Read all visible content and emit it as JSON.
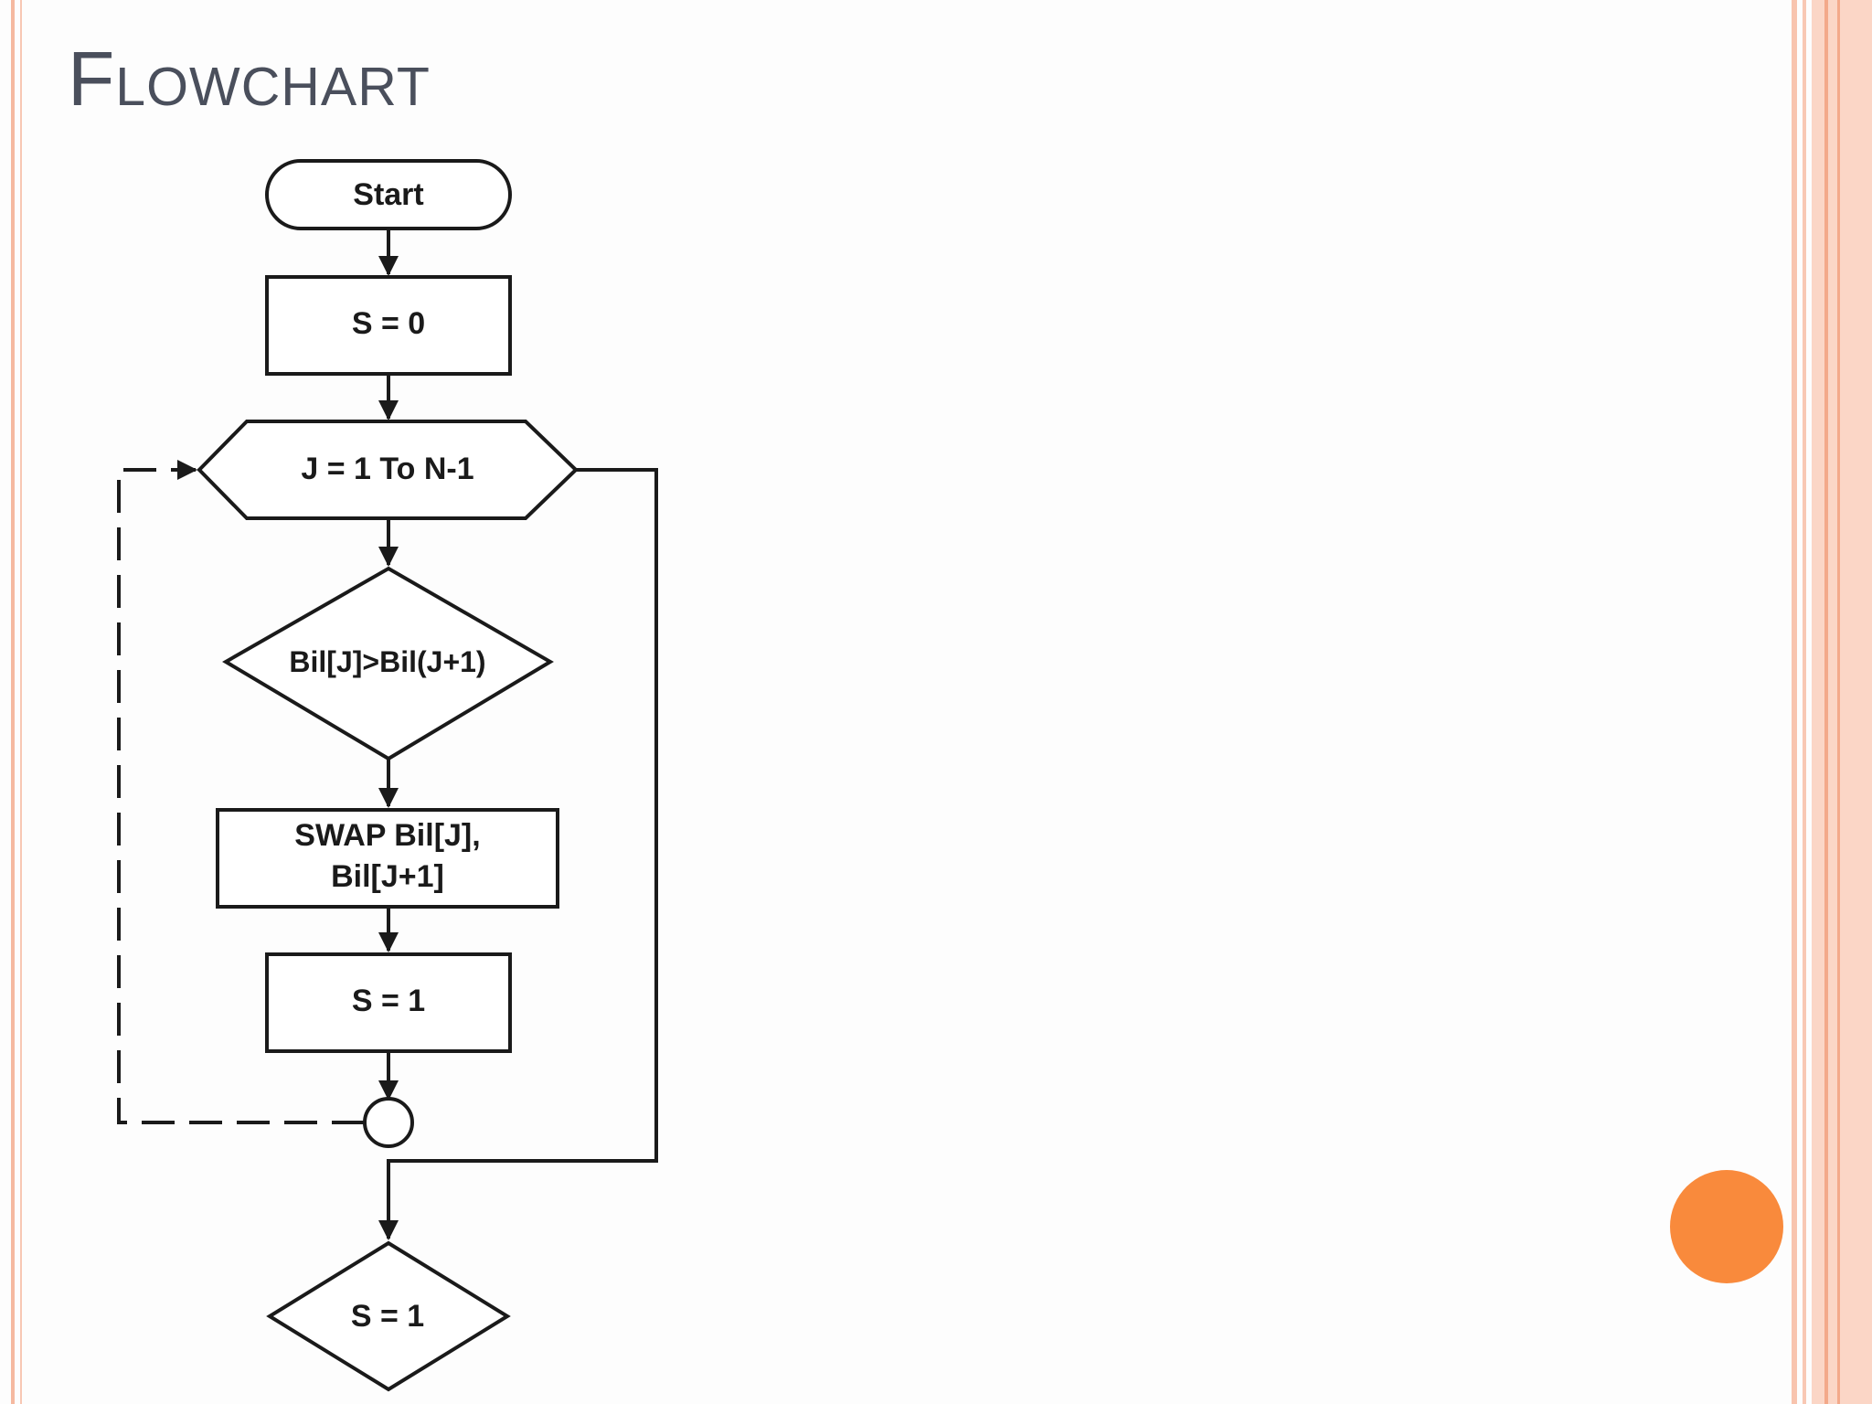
{
  "slide": {
    "title": "Flowchart"
  },
  "flowchart": {
    "nodes": {
      "start": "Start",
      "init": "S = 0",
      "loop": "J = 1 To N-1",
      "compare": "Bil[J]>Bil(J+1)",
      "swap_line1": "SWAP Bil[J],",
      "swap_line2": "Bil[J+1]",
      "set_flag": "S = 1",
      "check_flag": "S = 1"
    }
  },
  "colors": {
    "title": "#4a4f5c",
    "border_outer": "#f5b9a0",
    "border_inner": "#f8c8b4",
    "accent": "#f98a3c",
    "line": "#1a1a1a"
  }
}
